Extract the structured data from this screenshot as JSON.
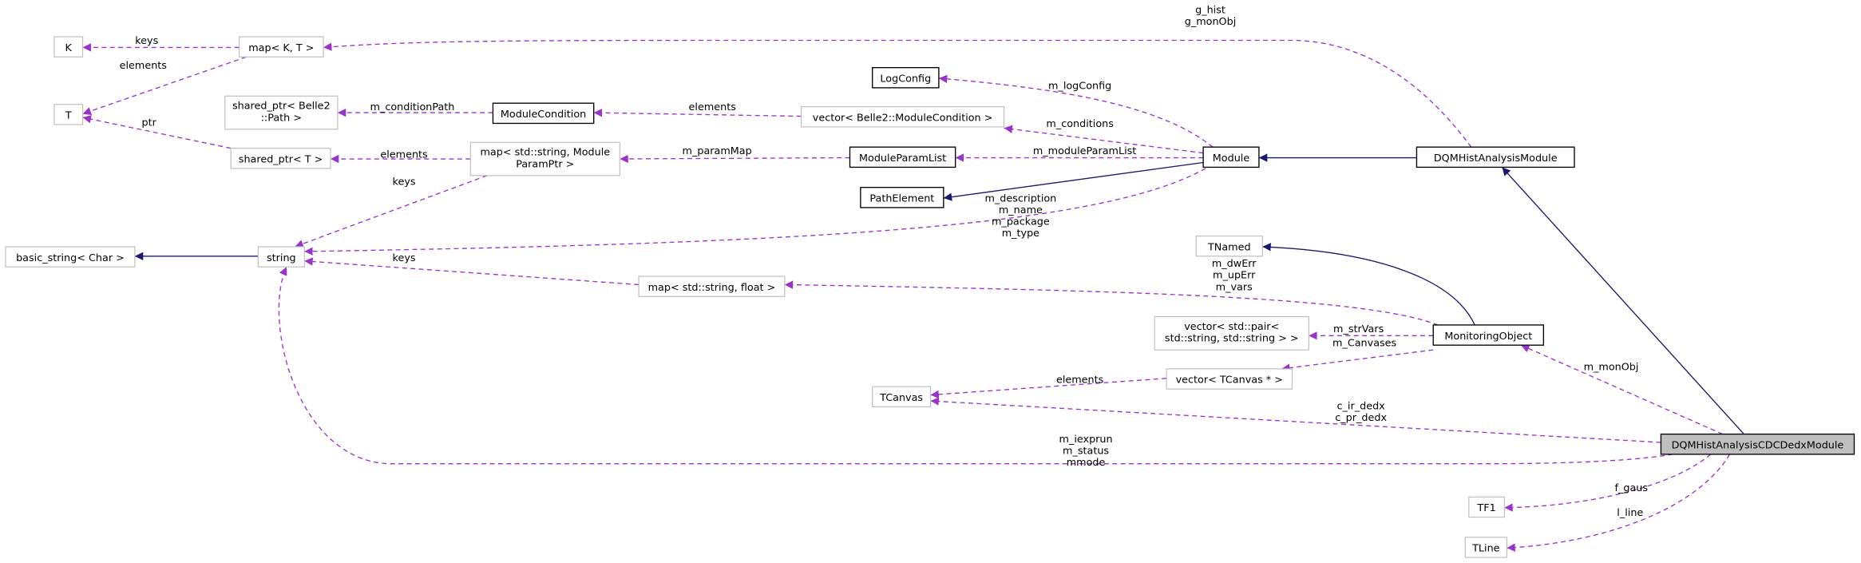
{
  "colors": {
    "usage_edge": "#9a32cd",
    "inheritance_edge": "#191970",
    "main_node_fill": "#bfbfbf"
  },
  "nodes": {
    "K": "K",
    "map_kt": "map< K, T >",
    "T": "T",
    "shared_ptr_path": [
      "shared_ptr< Belle2",
      "::Path >"
    ],
    "module_condition": "ModuleCondition",
    "log_config": "LogConfig",
    "vector_module_condition": "vector< Belle2::ModuleCondition >",
    "shared_ptr_t": "shared_ptr< T >",
    "map_param": [
      "map< std::string, Module",
      "ParamPtr >"
    ],
    "module_param_list": "ModuleParamList",
    "module": "Module",
    "dqm_hist_analysis_module": "DQMHistAnalysisModule",
    "path_element": "PathElement",
    "basic_string": "basic_string< Char >",
    "string": "string",
    "map_string_float": "map< std::string, float >",
    "tnamed": "TNamed",
    "vector_pair": [
      "vector< std::pair<",
      "std::string, std::string > >"
    ],
    "monitoring_object": "MonitoringObject",
    "tcanvas": "TCanvas",
    "vector_tcanvas": "vector< TCanvas * >",
    "cdc_dedx_module": "DQMHistAnalysisCDCDedxModule",
    "tf1": "TF1",
    "tline": "TLine"
  },
  "edges": {
    "keys_k": "keys",
    "elements_t": "elements",
    "ptr": "ptr",
    "m_conditionPath": "m_conditionPath",
    "elements_modcond": "elements",
    "elements_sharedptr": "elements",
    "keys_string_map": "keys",
    "m_paramMap": "m_paramMap",
    "m_logConfig": "m_logConfig",
    "m_conditions": "m_conditions",
    "m_moduleParamList": "m_moduleParamList",
    "module_strings": [
      "m_description",
      "m_name",
      "m_package",
      "m_type"
    ],
    "g_hist": [
      "g_hist",
      "g_monObj"
    ],
    "keys_float": "keys",
    "monobj_vars": [
      "m_dwErr",
      "m_upErr",
      "m_vars"
    ],
    "m_strVars": "m_strVars",
    "m_Canvases": "m_Canvases",
    "elements_tcanvas": "elements",
    "canvases": [
      "c_ir_dedx",
      "c_pr_dedx"
    ],
    "cdc_strings": [
      "m_iexprun",
      "m_status",
      "mmode"
    ],
    "m_monObj": "m_monObj",
    "f_gaus": "f_gaus",
    "l_line": "l_line"
  }
}
